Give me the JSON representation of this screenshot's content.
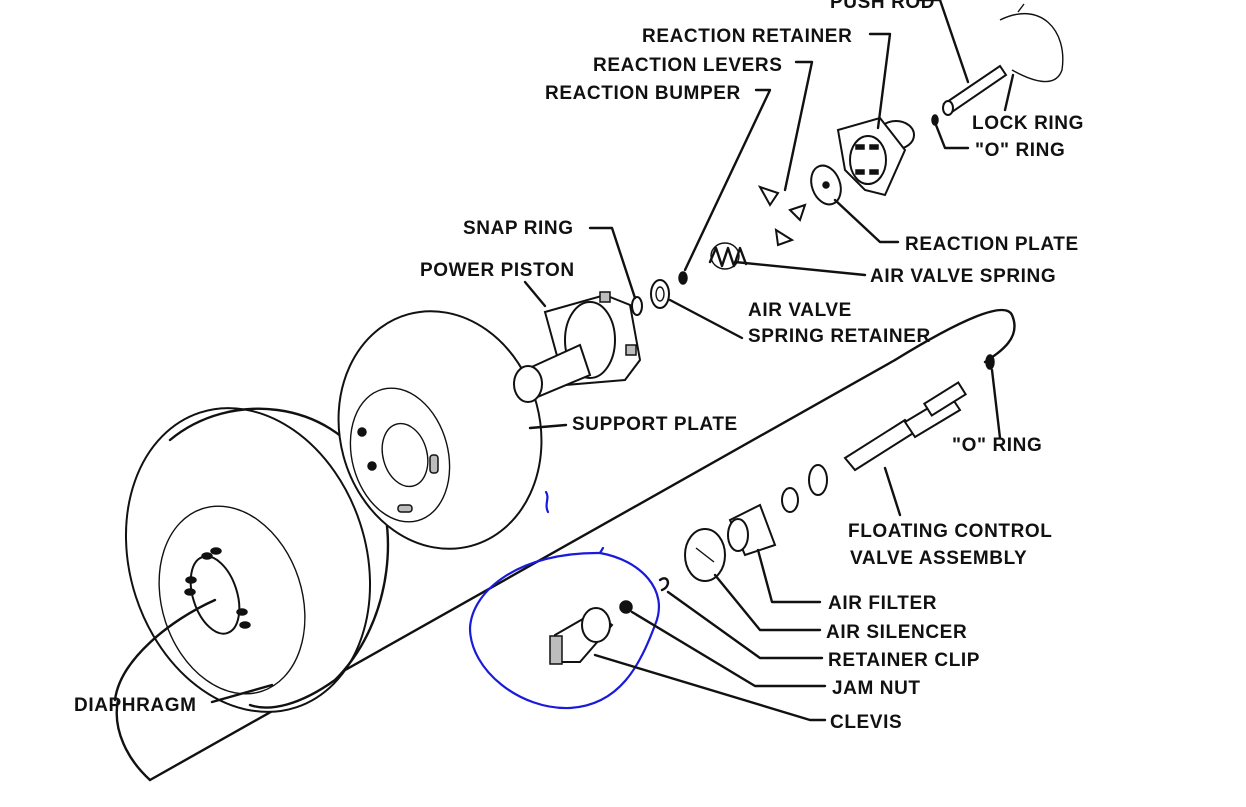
{
  "diagram": {
    "labels": {
      "push_rod": "PUSH ROD",
      "reaction_retainer": "REACTION RETAINER",
      "reaction_levers": "REACTION LEVERS",
      "reaction_bumper": "REACTION BUMPER",
      "lock_ring": "LOCK RING",
      "o_ring_top": "\"O\" RING",
      "snap_ring": "SNAP RING",
      "power_piston": "POWER PISTON",
      "reaction_plate": "REACTION PLATE",
      "air_valve_spring": "AIR VALVE SPRING",
      "air_valve_line1": "AIR VALVE",
      "air_valve_line2": "SPRING RETAINER",
      "support_plate": "SUPPORT PLATE",
      "o_ring_right": "\"O\" RING",
      "floating_line1": "FLOATING CONTROL",
      "floating_line2": "VALVE ASSEMBLY",
      "air_filter": "AIR FILTER",
      "air_silencer": "AIR SILENCER",
      "retainer_clip": "RETAINER CLIP",
      "jam_nut": "JAM NUT",
      "clevis": "CLEVIS",
      "diaphragm": "DIAPHRAGM"
    },
    "colors": {
      "ink": "#111111",
      "markup": "#1a1adb",
      "background": "#ffffff"
    }
  }
}
